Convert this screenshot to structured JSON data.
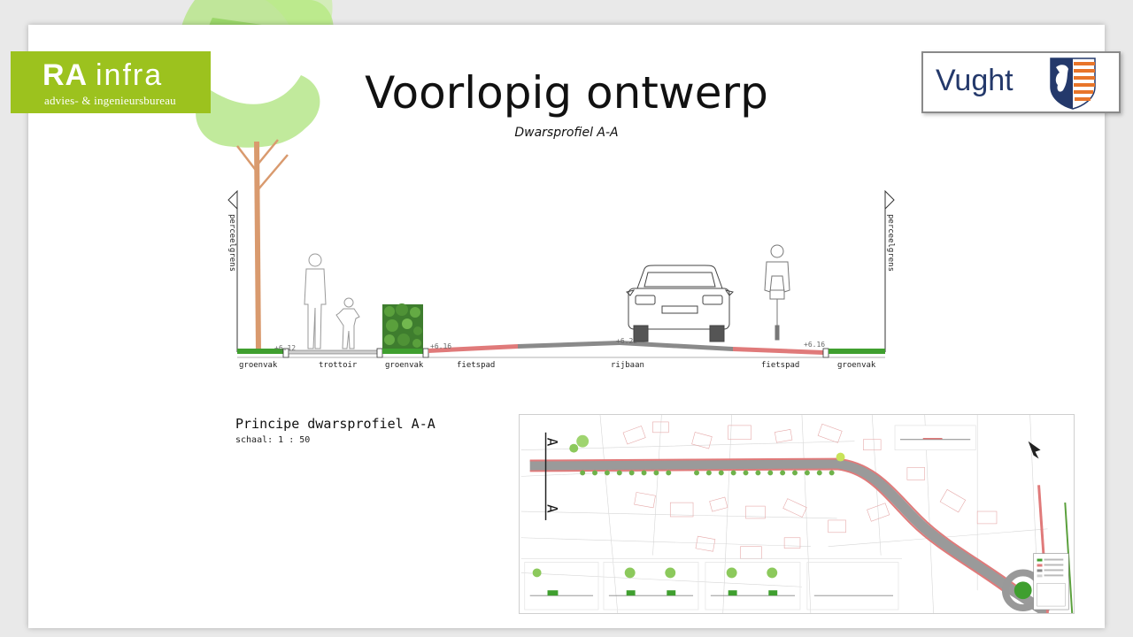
{
  "logos": {
    "ra_brand": "RA",
    "ra_word": "infra",
    "ra_tagline": "advies- & ingenieursbureau",
    "vught": "Vught",
    "colors": {
      "ra_green": "#9cc21e",
      "vught_blue": "#24396b",
      "vught_orange": "#e8752a"
    }
  },
  "slide": {
    "title": "Voorlopig ontwerp",
    "subtitle": "Dwarsprofiel A-A"
  },
  "cross_section": {
    "boundary_left": "perceelgrens",
    "boundary_right": "perceelgrens",
    "heights": {
      "left": "+6.12",
      "left_mid": "+6.16",
      "center": "+6.22",
      "right": "+6.16"
    },
    "zones": {
      "groenvak_left": "groenvak",
      "trottoir": "trottoir",
      "groenvak_mid": "groenvak",
      "fietspad_left": "fietspad",
      "rijbaan": "rijbaan",
      "fietspad_right": "fietspad",
      "groenvak_right": "groenvak"
    },
    "colors": {
      "green": "#3f9f2f",
      "bike": "#e07a7a",
      "road": "#8a8a8a",
      "paving": "#cfcfcf"
    }
  },
  "principe": {
    "title": "Principe dwarsprofiel A-A",
    "scale": "schaal: 1 : 50"
  },
  "plan": {
    "section_mark_top": "A",
    "section_mark_bottom": "A"
  }
}
